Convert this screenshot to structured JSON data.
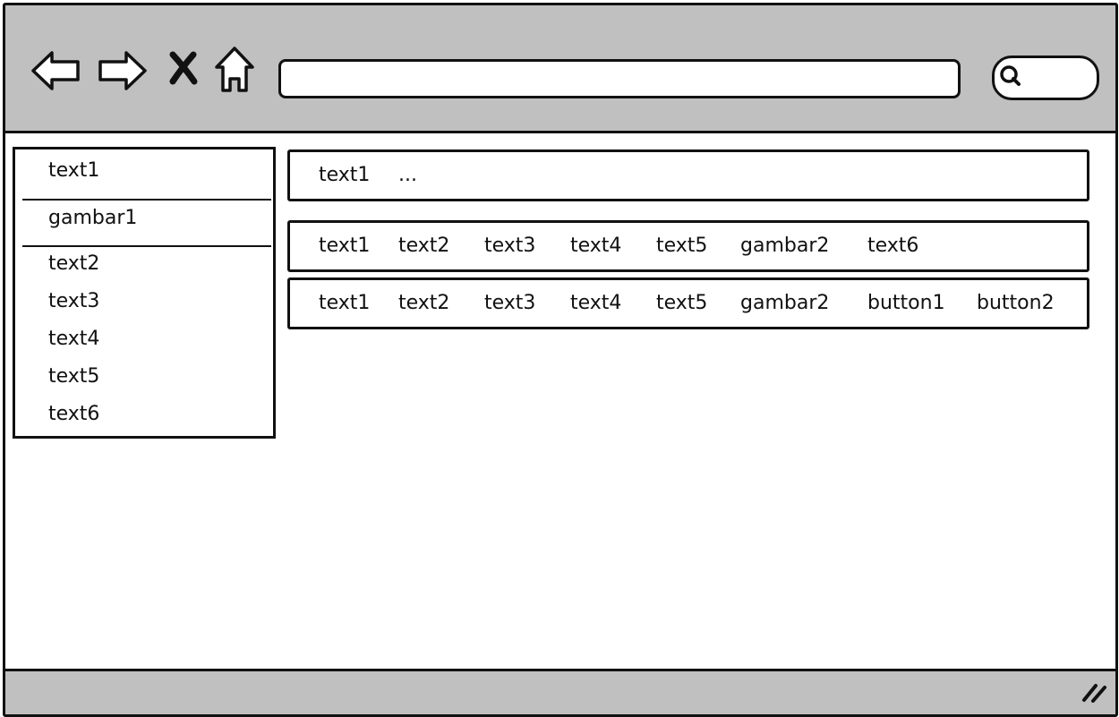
{
  "toolbar": {
    "back_icon": "back-arrow-icon",
    "forward_icon": "forward-arrow-icon",
    "close_icon": "close-x-icon",
    "home_icon": "home-icon",
    "address_value": "",
    "search_icon": "search-icon",
    "search_value": ""
  },
  "sidebar": {
    "title": "text1",
    "image_label": "gambar1",
    "items": [
      "text2",
      "text3",
      "text4",
      "text5",
      "text6"
    ]
  },
  "rows": [
    {
      "cells": [
        "text1",
        "..."
      ]
    },
    {
      "cells": [
        "text1",
        "text2",
        "text3",
        "text4",
        "text5",
        "gambar2",
        "text6"
      ]
    },
    {
      "cells": [
        "text1",
        "text2",
        "text3",
        "text4",
        "text5",
        "gambar2"
      ],
      "buttons": [
        "button1",
        "button2"
      ]
    }
  ],
  "statusbar": {
    "grip_icon": "resize-grip-icon"
  },
  "colors": {
    "chrome": "#c0c0c0",
    "ink": "#111111",
    "content": "#ffffff"
  }
}
